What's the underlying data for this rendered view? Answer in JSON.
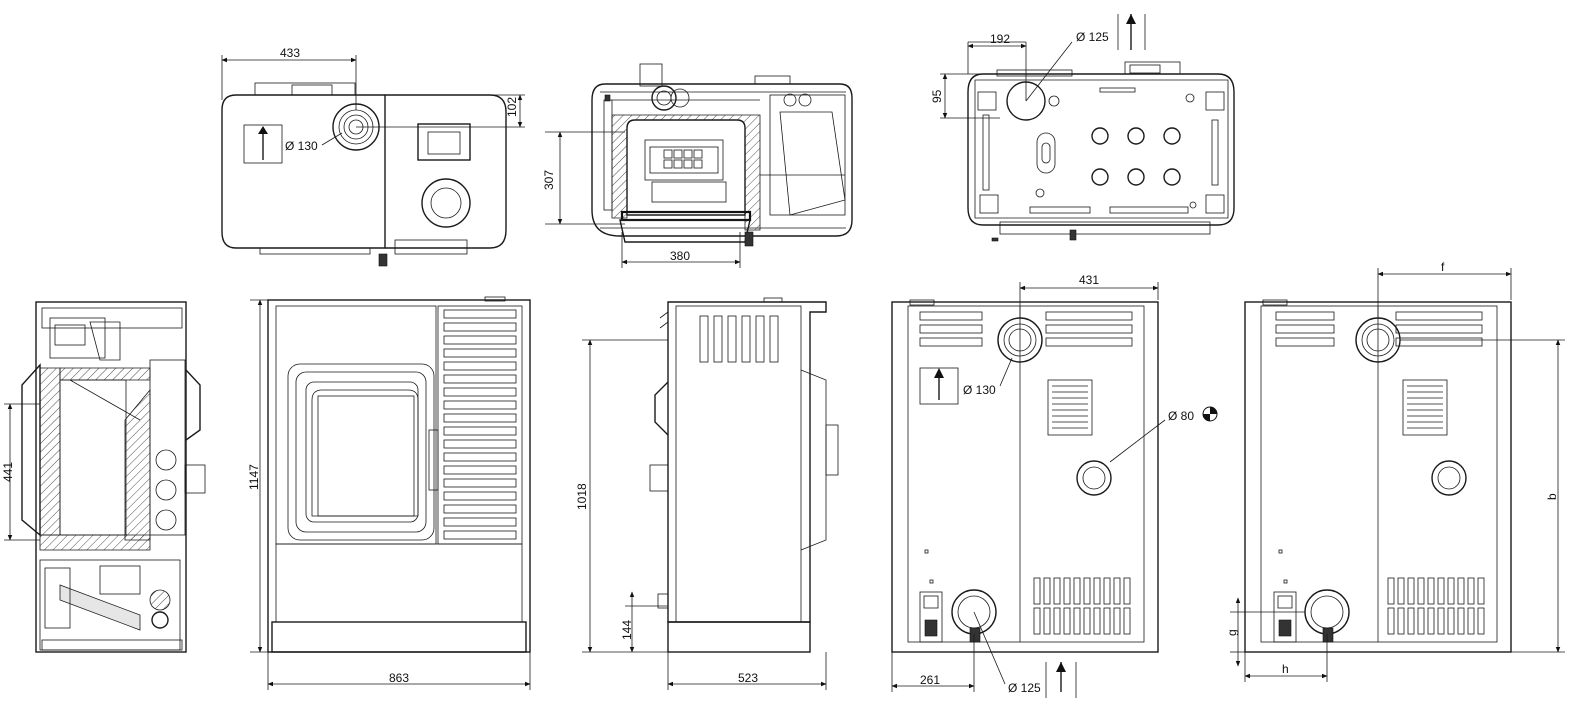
{
  "dimensions": {
    "top_view_width": "433",
    "top_view_depth": "102",
    "top_view_flue": "Ø 130",
    "section_height": "307",
    "section_width": "380",
    "rear_top_offset": "192",
    "rear_top_diam": "Ø 125",
    "rear_top_depth": "95",
    "side_section_height": "441",
    "front_height": "1147",
    "front_width": "863",
    "side_height": "1018",
    "side_low": "144",
    "side_width": "523",
    "rear_width": "431",
    "rear_flue": "Ø 130",
    "rear_air": "Ø 80",
    "rear_offset": "261",
    "rear_low_diam": "Ø 125",
    "var_f": "f",
    "var_b": "b",
    "var_g": "g",
    "var_h": "h"
  },
  "views": [
    "top-view",
    "horizontal-section",
    "rear-top-view",
    "side-section",
    "front-view",
    "side-view",
    "rear-view",
    "rear-view-variables"
  ]
}
